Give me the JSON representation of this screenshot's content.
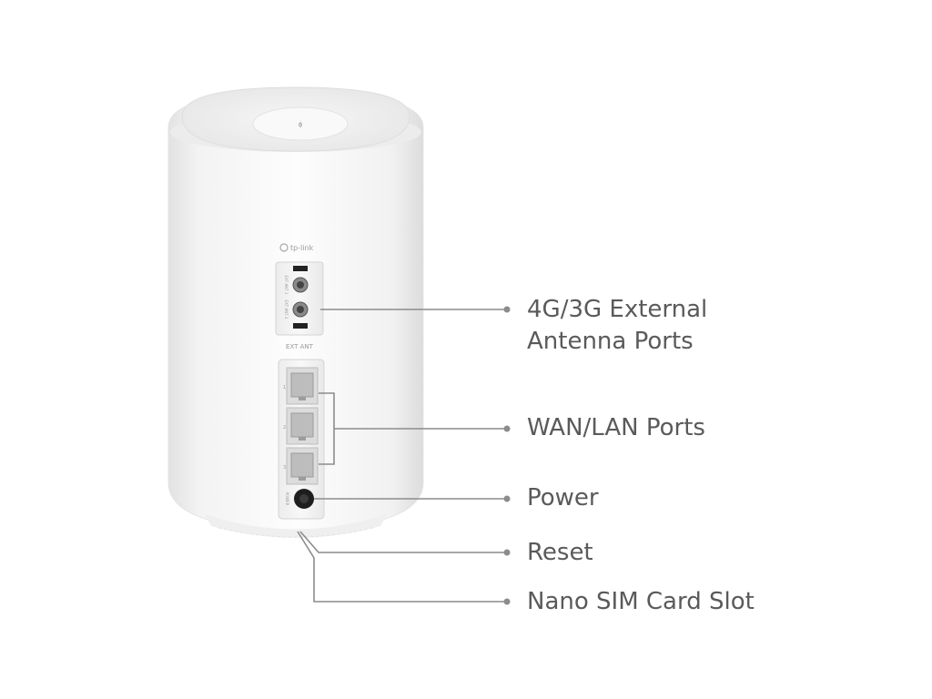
{
  "device": {
    "brand": "tp-link",
    "panel_label": "EXT ANT",
    "antenna_port_1_label": "EXT ANT 1",
    "antenna_port_2_label": "EXT ANT 2",
    "port_numbers": [
      "1",
      "2",
      "3"
    ],
    "power_port_label": "POWER"
  },
  "callouts": {
    "antenna": {
      "line1": "4G/3G External",
      "line2": "Antenna Ports"
    },
    "wan_lan": "WAN/LAN Ports",
    "power": "Power",
    "reset": "Reset",
    "sim": "Nano SIM Card Slot"
  },
  "colors": {
    "leader_line": "#8c8c8c",
    "label_text": "#5a5a5a",
    "device_body": "#f7f7f7"
  }
}
